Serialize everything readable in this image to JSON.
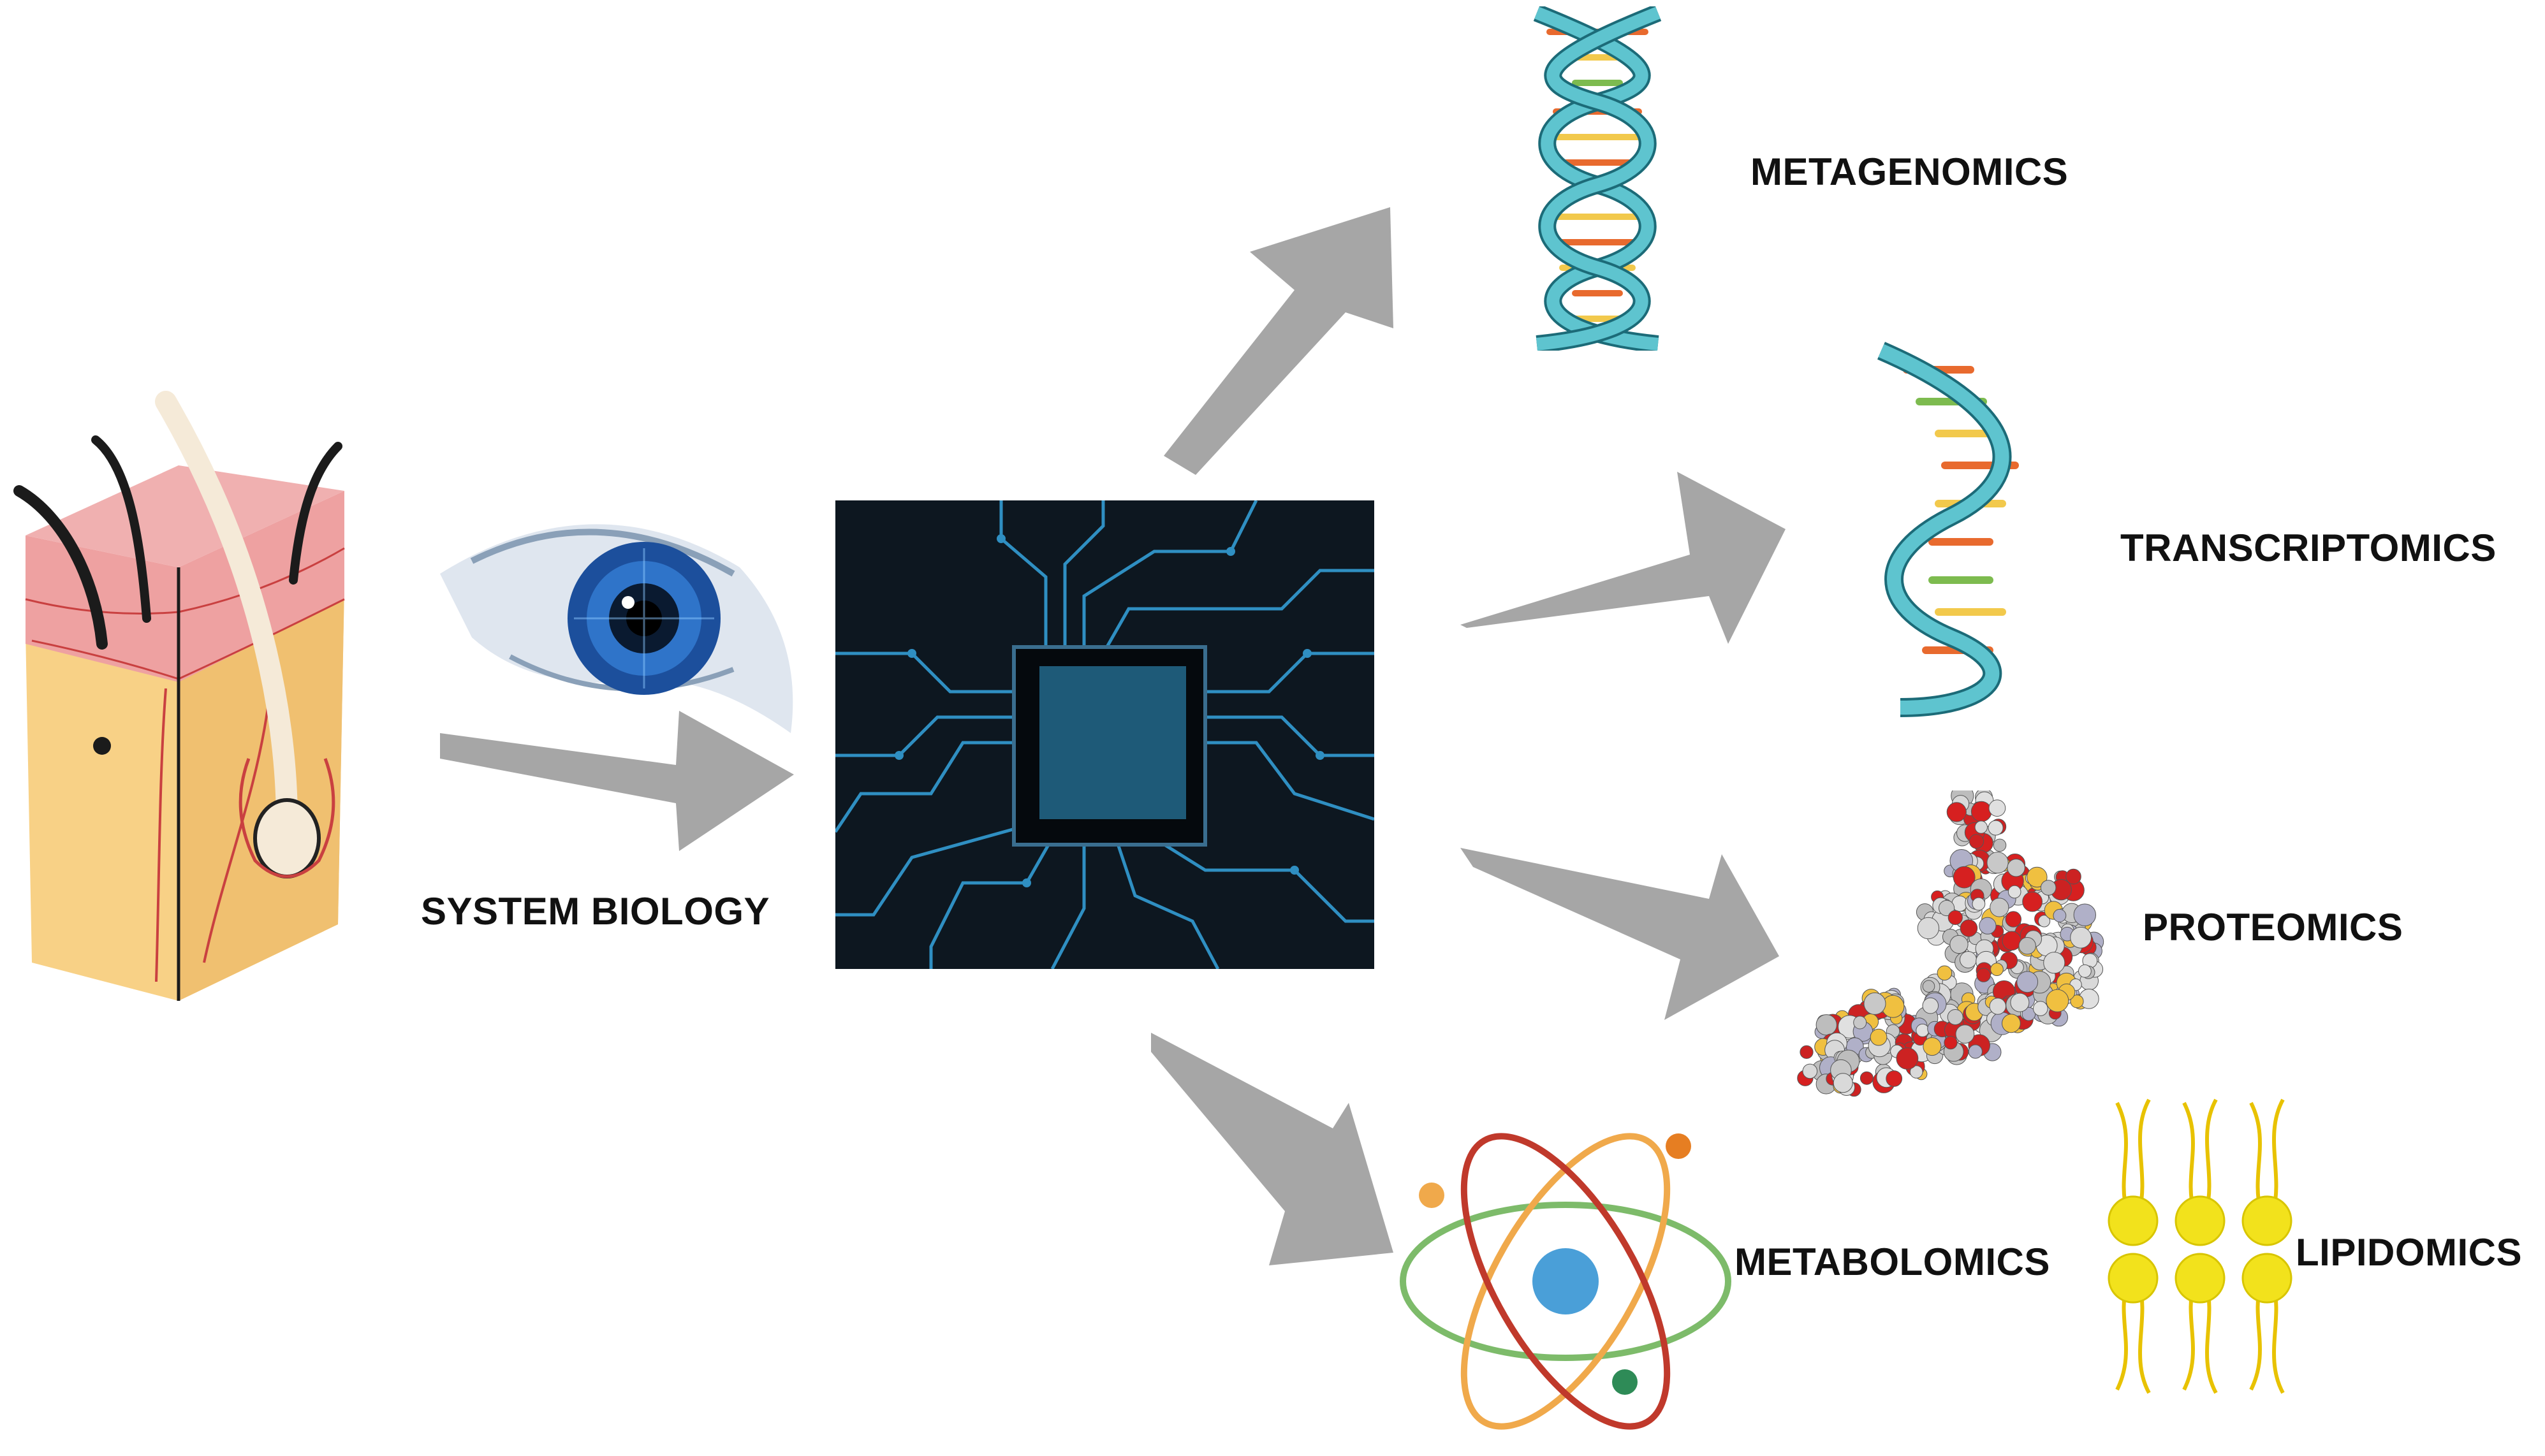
{
  "labels": {
    "system_biology": "SYSTEM BIOLOGY",
    "metagenomics": "METAGENOMICS",
    "transcriptomics": "TRANSCRIPTOMICS",
    "proteomics": "PROTEOMICS",
    "metabolomics": "METABOLOMICS",
    "lipidomics": "LIPIDOMICS"
  },
  "colors": {
    "arrow": "#a6a6a6",
    "skin_top": "#eea1a1",
    "skin_base": "#f8d186",
    "hair": "#1b1b1b",
    "dna_strand": "#5ec4cf",
    "chip_bg": "#0d1720",
    "circuit": "#2f8fc2",
    "nucleus": "#4a9fd8",
    "lipid": "#f2e21c"
  }
}
